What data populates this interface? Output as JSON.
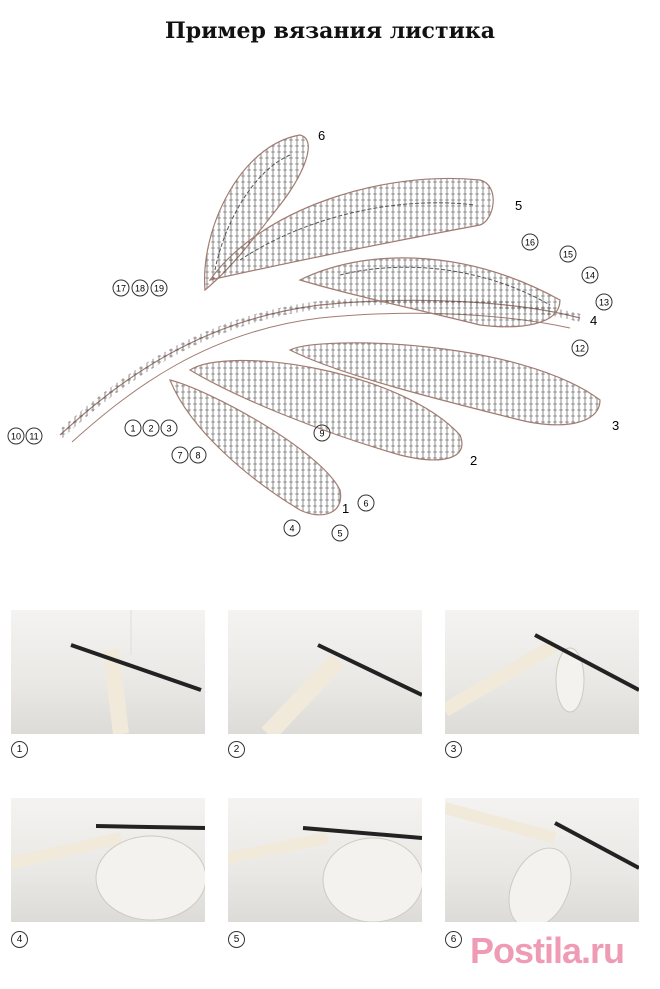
{
  "title": "Пример вязания листика",
  "diagram": {
    "row_labels": [
      "6",
      "5",
      "4",
      "3",
      "2",
      "1"
    ],
    "circled_labels": [
      "16",
      "15",
      "14",
      "13",
      "12",
      "17",
      "18",
      "19",
      "10",
      "11",
      "1",
      "2",
      "3",
      "7",
      "8",
      "9",
      "6",
      "4",
      "5"
    ]
  },
  "photos": [
    {
      "step": "1"
    },
    {
      "step": "2"
    },
    {
      "step": "3"
    },
    {
      "step": "4"
    },
    {
      "step": "5"
    },
    {
      "step": "6"
    }
  ],
  "watermark": "Postila.ru"
}
